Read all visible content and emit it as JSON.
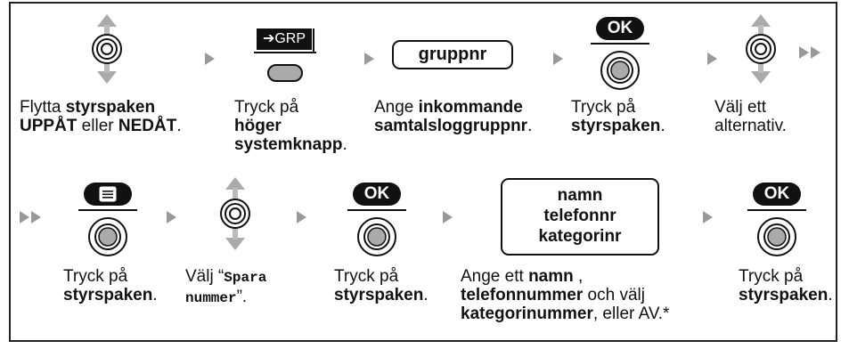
{
  "steps_row1": [
    {
      "id": "s1",
      "parts": [
        [
          "Flytta ",
          false
        ],
        [
          "styrspaken",
          true
        ]
      ],
      "line2": [
        [
          "UPPÅT",
          true
        ],
        [
          " eller ",
          false
        ],
        [
          "NEDÅT",
          true
        ],
        [
          ".",
          false
        ]
      ]
    },
    {
      "id": "s2",
      "l1": "Tryck på",
      "l2": "höger",
      "l3": "systemknapp",
      "l3tail": "."
    },
    {
      "id": "s3"
    },
    {
      "id": "s4",
      "l1": "Tryck på",
      "l2": "styrspaken",
      "l2tail": "."
    },
    {
      "id": "s5",
      "l1": "Välj ett",
      "l2": "alternativ."
    }
  ],
  "labels": {
    "grp_key": "➔GRP",
    "input_gruppnr": "gruppnr",
    "ok": "OK",
    "step1_l1a": "Flytta ",
    "step1_l1b": "styrspaken",
    "step1_l2a": "UPPÅT",
    "step1_l2b": " eller ",
    "step1_l2c": "NEDÅT",
    "step1_l2d": ".",
    "step2_l1": "Tryck på",
    "step2_l2": "höger",
    "step2_l3": "systemknapp",
    "step2_l3b": ".",
    "step3_l1a": "Ange ",
    "step3_l1b": "inkommande",
    "step3_l2": "samtalsloggruppnr",
    "step3_l2b": ".",
    "step4_l1": "Tryck på",
    "step4_l2": "styrspaken",
    "step4_l2b": ".",
    "step5_l1": "Välj ett",
    "step5_l2": "alternativ.",
    "step6_l1": "Tryck på",
    "step6_l2": "styrspaken",
    "step6_l2b": ".",
    "step7_l1a": "Välj “",
    "step7_l1b": "Spara",
    "step7_l2a": "nummer",
    "step7_l2b": "”.",
    "step8_l1": "Tryck på",
    "step8_l2": "styrspaken",
    "step8_l2b": ".",
    "input_multi_1": "namn",
    "input_multi_2": "telefonnr",
    "input_multi_3": "kategorinr",
    "step9_l1a": "Ange ett ",
    "step9_l1b": "namn",
    "step9_l1c": " ,",
    "step9_l2a": "telefonnummer",
    "step9_l2b": " och välj",
    "step9_l3a": "kategorinummer",
    "step9_l3b": ", eller AV.*",
    "step10_l1": "Tryck på",
    "step10_l2": "styrspaken",
    "step10_l2b": "."
  },
  "icons": [
    "joystick-updown-icon",
    "soft-key-icon",
    "ok-button-icon",
    "menu-button-icon",
    "arrow-right-icon"
  ],
  "colors": {
    "arrow": "#999999",
    "dark": "#111111"
  }
}
